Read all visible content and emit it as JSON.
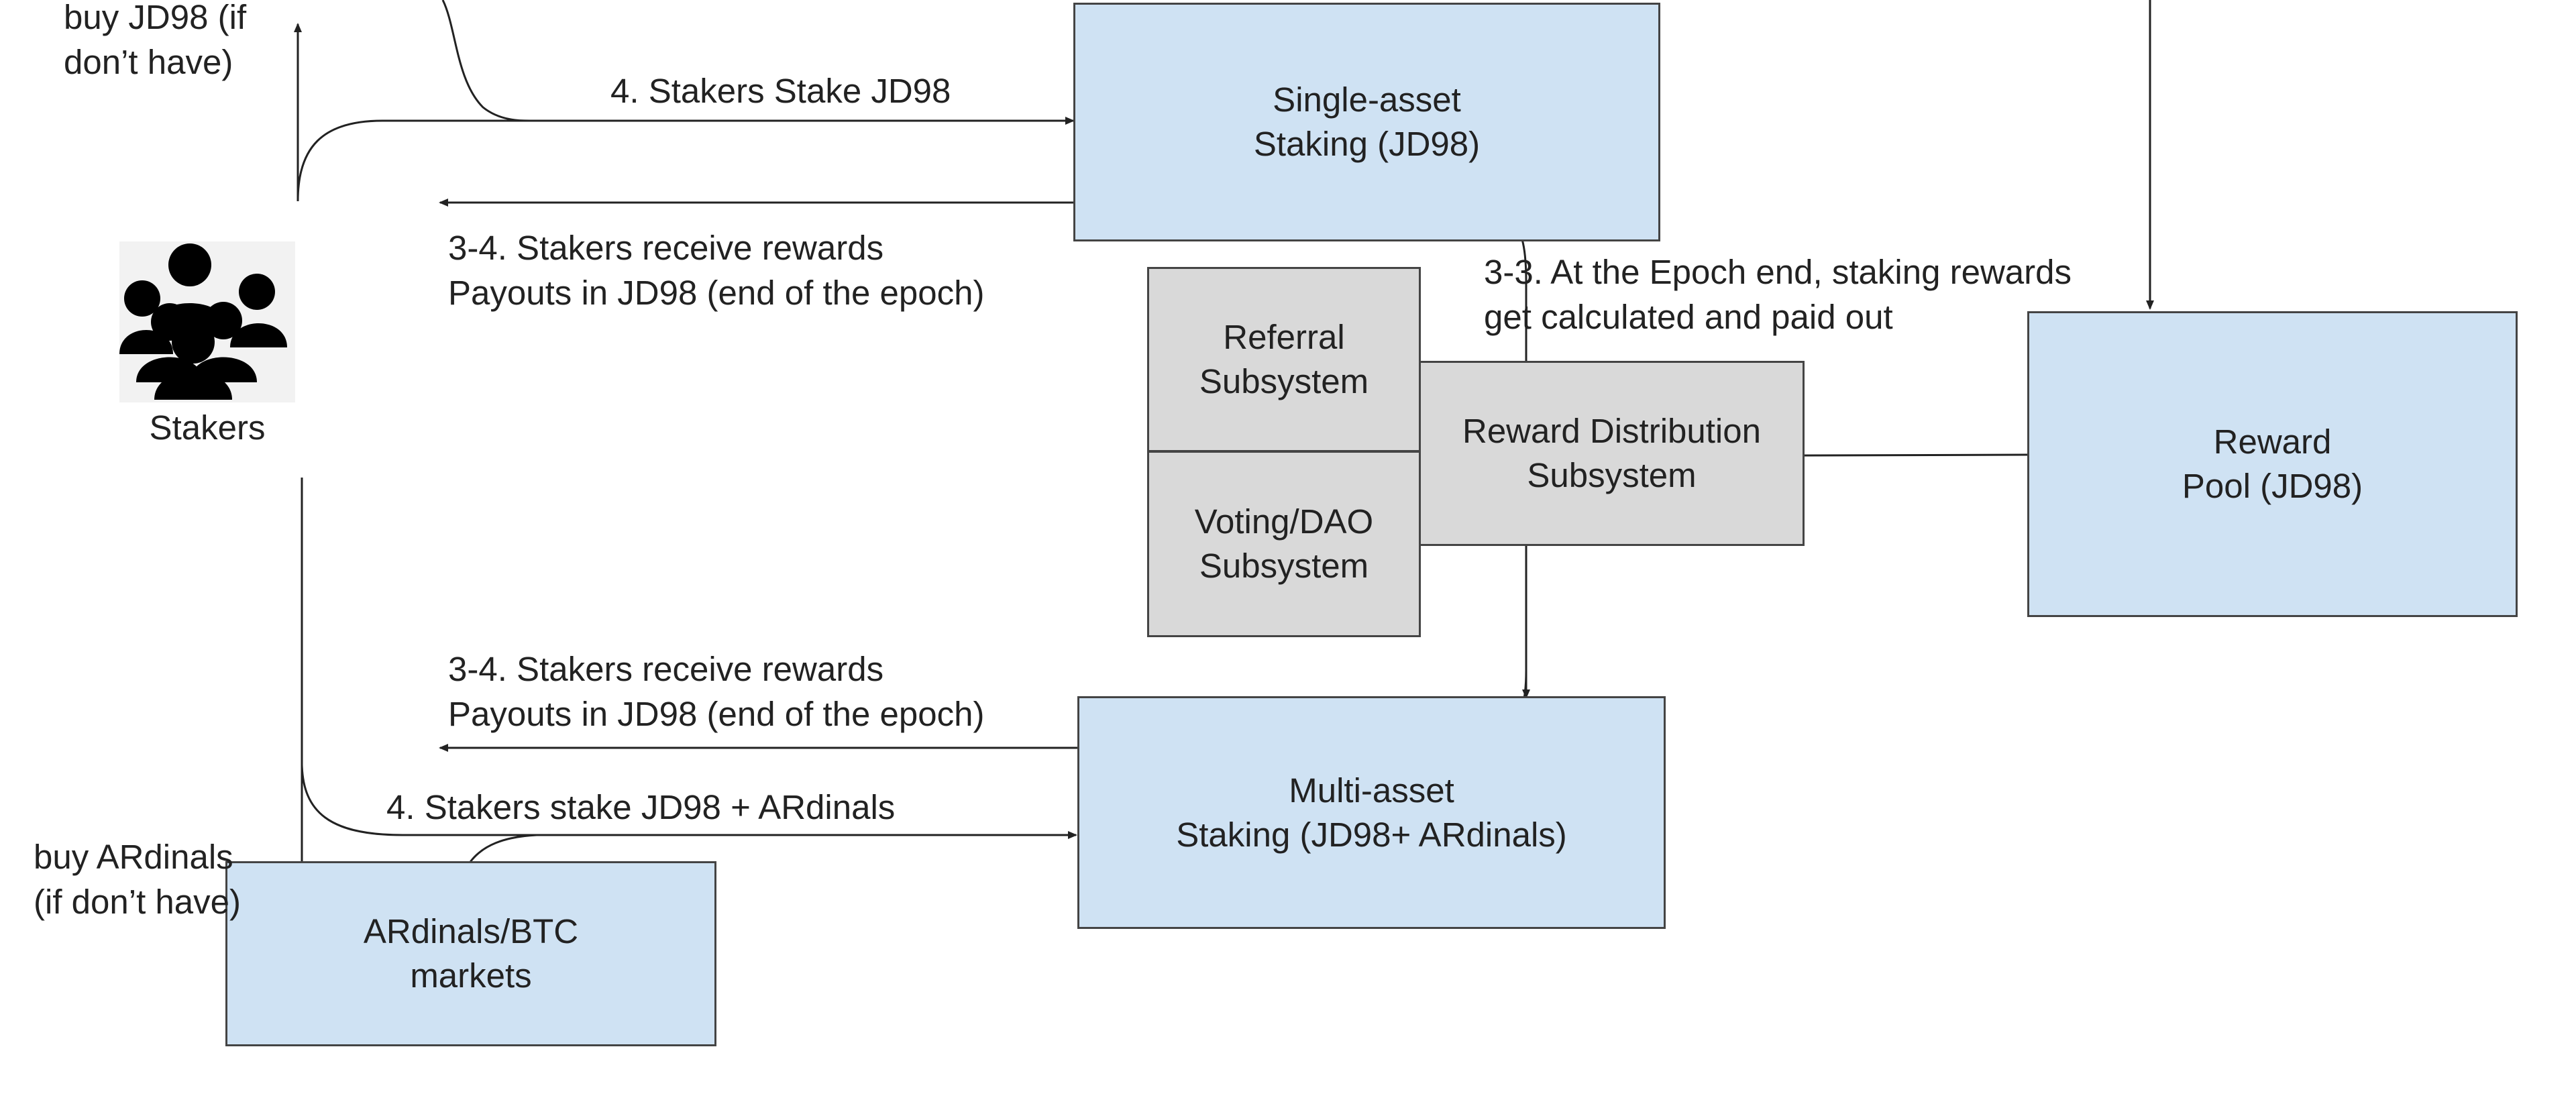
{
  "colors": {
    "blue_box": "#cfe2f3",
    "grey_box": "#d9d9d9",
    "border": "#444444",
    "line": "#222222"
  },
  "stakers": {
    "icon": "people-group-icon",
    "label": "Stakers"
  },
  "boxes": {
    "single_asset": {
      "line1": "Single-asset",
      "line2": "Staking (JD98)"
    },
    "reward_pool": {
      "line1": "Reward",
      "line2": "Pool (JD98)"
    },
    "referral": {
      "line1": "Referral",
      "line2": "Subsystem"
    },
    "voting": {
      "line1": "Voting/DAO",
      "line2": "Subsystem"
    },
    "reward_distribution": {
      "line1": "Reward Distribution",
      "line2": "Subsystem"
    },
    "multi_asset": {
      "line1": "Multi-asset",
      "line2": "Staking (JD98+ ARdinals)"
    },
    "ardinals_market": {
      "line1": "ARdinals/BTC",
      "line2": "markets"
    }
  },
  "labels": {
    "buy_jd98": {
      "line1": "buy JD98 (if",
      "line2": "don’t have)"
    },
    "stake_jd98": "4. Stakers Stake JD98",
    "receive_top": {
      "line1": "3-4. Stakers receive rewards",
      "line2": "Payouts in JD98 (end of the epoch)"
    },
    "epoch_end": {
      "line1": "3-3. At the Epoch end, staking rewards",
      "line2": "get calculated and paid out"
    },
    "receive_bottom": {
      "line1": "3-4. Stakers receive rewards",
      "line2": "Payouts in JD98 (end of the epoch)"
    },
    "stake_multi": "4. Stakers stake JD98 + ARdinals",
    "buy_ardinals": {
      "line1": "buy ARdinals",
      "line2": "(if don’t have)"
    }
  }
}
